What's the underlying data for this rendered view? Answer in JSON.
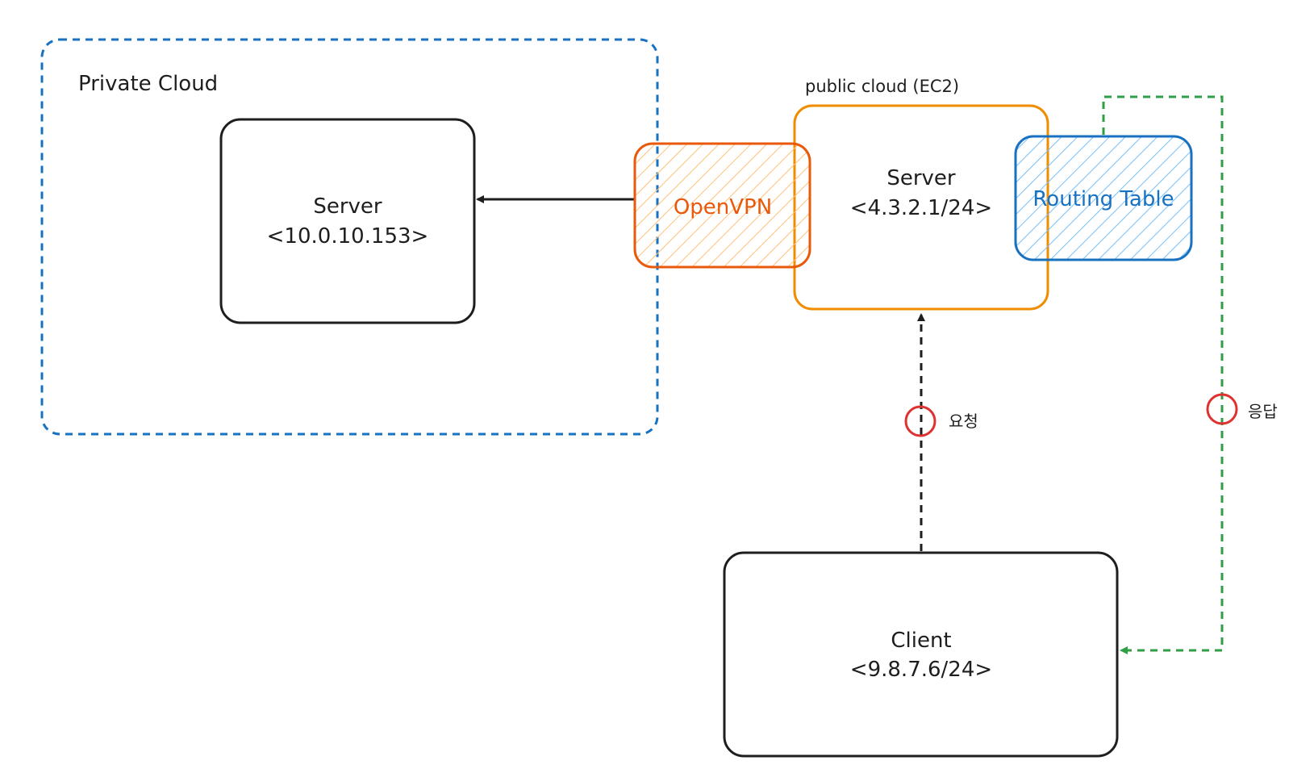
{
  "private_cloud": {
    "label": "Private Cloud",
    "color": "#1971c2"
  },
  "public_cloud": {
    "label": "public cloud (EC2)",
    "color": "#f08c00"
  },
  "private_server": {
    "line1": "Server",
    "line2": "<10.0.10.153>"
  },
  "public_server": {
    "line1": "Server",
    "line2": "<4.3.2.1/24>"
  },
  "openvpn": {
    "label": "OpenVPN",
    "color": "#e8590c"
  },
  "routing_table": {
    "label": "Routing Table",
    "color": "#1971c2"
  },
  "client": {
    "line1": "Client",
    "line2": "<9.8.7.6/24>"
  },
  "request": {
    "label": "요청",
    "marker_color": "#e03131"
  },
  "response": {
    "label": "응답",
    "marker_color": "#e03131",
    "line_color": "#2f9e44"
  }
}
